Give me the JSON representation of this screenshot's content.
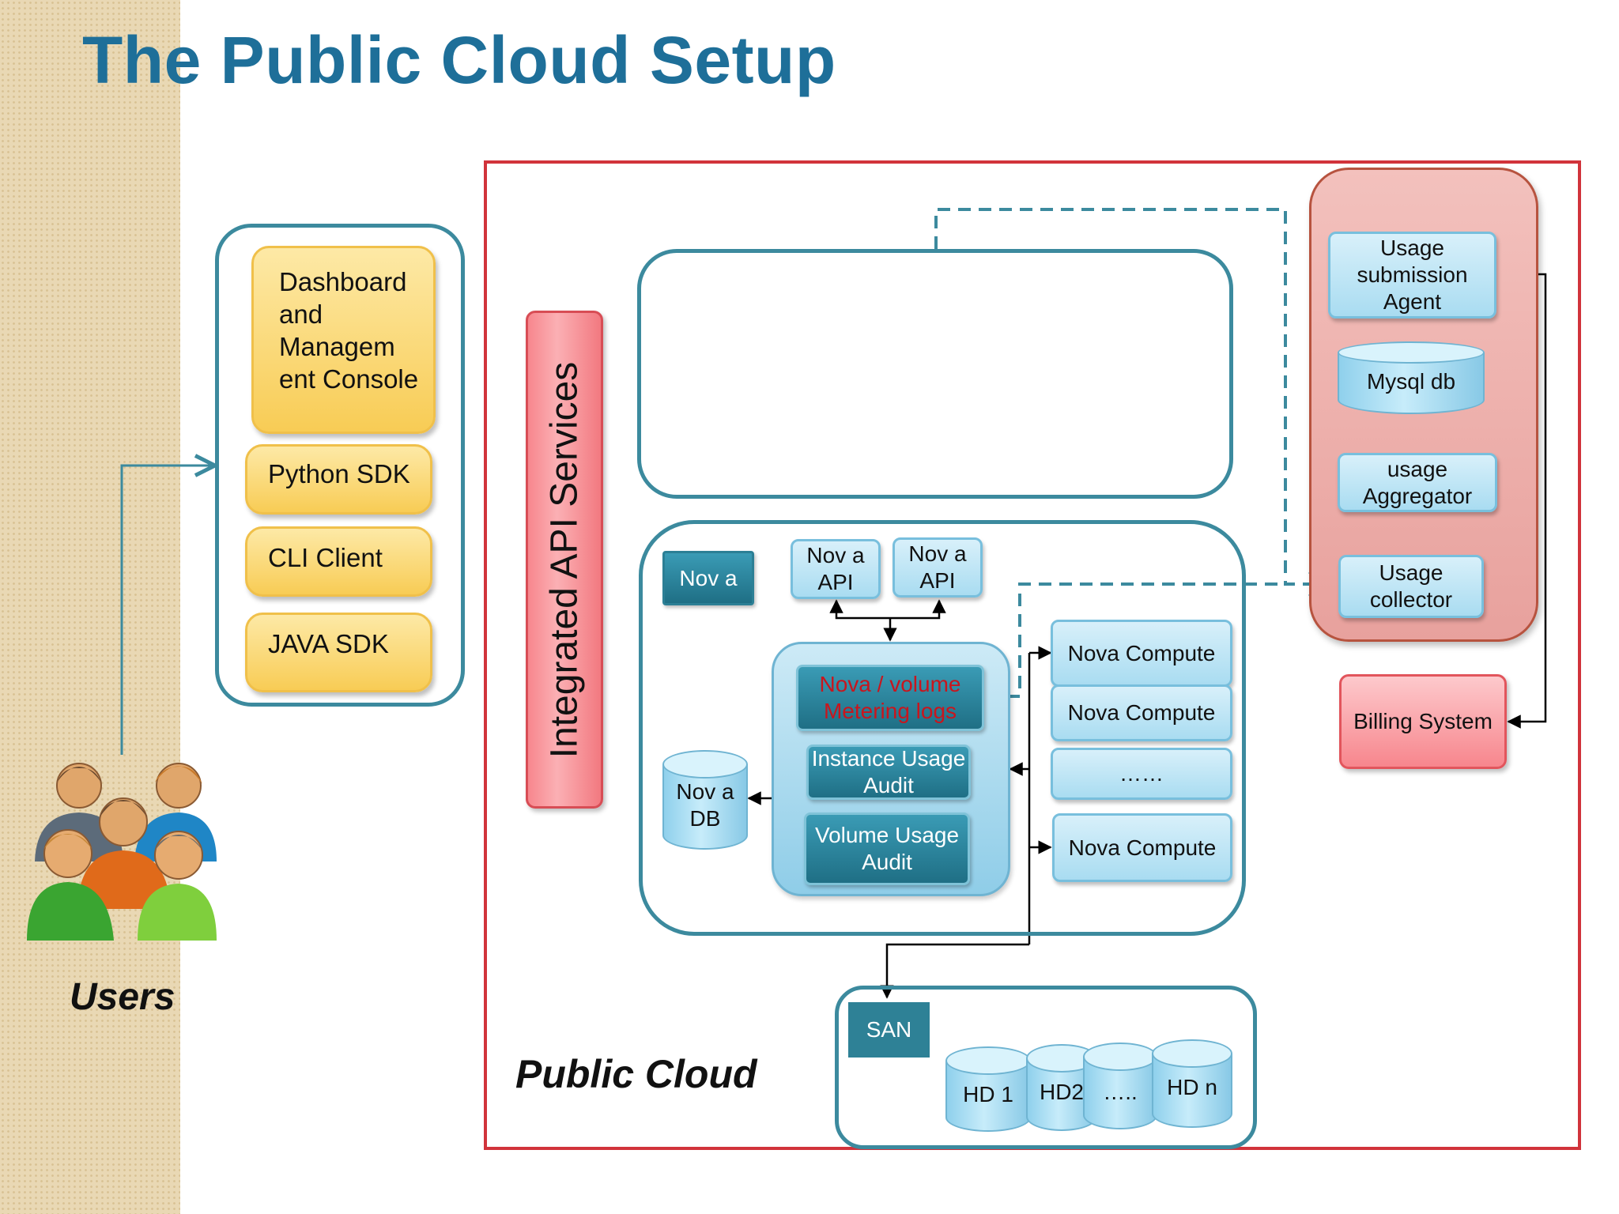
{
  "title": "The Public Cloud Setup",
  "users_label": "Users",
  "client_tools": [
    "Dashboard and Managem ent Console",
    "Python SDK",
    "CLI Client",
    "JAVA SDK"
  ],
  "api_services_label": "Integrated API Services",
  "public_cloud_label": "Public Cloud",
  "nova": {
    "nova_label": "Nov a",
    "api_1": "Nov a API",
    "api_2": "Nov a API",
    "metering_logs": "Nova / volume Metering logs",
    "instance_audit": "Instance Usage Audit",
    "volume_audit": "Volume Usage Audit",
    "nova_db": "Nov a DB",
    "compute": [
      "Nova Compute",
      "Nova Compute",
      "……",
      "Nova Compute"
    ]
  },
  "san": {
    "label": "SAN",
    "disks": [
      "HD 1",
      "HD2",
      "…..",
      "HD n"
    ]
  },
  "usage": {
    "submission_agent": "Usage submission Agent",
    "mysql": "Mysql db",
    "aggregator": "usage Aggregator",
    "collector": "Usage collector"
  },
  "billing": "Billing System",
  "colors": {
    "title": "#1e6f99",
    "public_cloud_border": "#d1333b",
    "teal_border": "#3c8a9e",
    "api_pink": "#f7868d",
    "usage_panel": "#e8a6a3"
  }
}
